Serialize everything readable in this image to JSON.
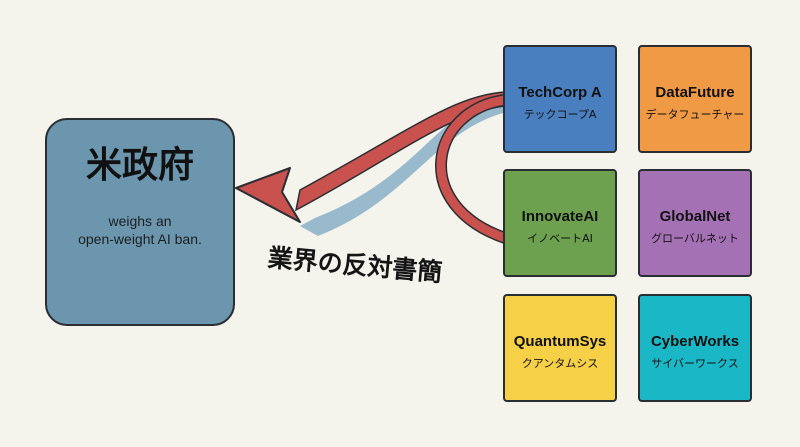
{
  "government": {
    "title": "米政府",
    "desc_line1": "weighs an",
    "desc_line2": "open-weight AI ban."
  },
  "letter_label": "業界の反対書簡",
  "companies": [
    {
      "en": "TechCorp A",
      "ja": "テックコープA",
      "color": "#4a7fbf"
    },
    {
      "en": "DataFuture",
      "ja": "データフューチャー",
      "color": "#f09a45"
    },
    {
      "en": "InnovateAI",
      "ja": "イノベートAI",
      "color": "#6da14f"
    },
    {
      "en": "GlobalNet",
      "ja": "グローバルネット",
      "color": "#a571b5"
    },
    {
      "en": "QuantumSys",
      "ja": "クアンタムシス",
      "color": "#f6d148"
    },
    {
      "en": "CyberWorks",
      "ja": "サイバーワークス",
      "color": "#1ab8c6"
    }
  ],
  "colors": {
    "background": "#f4f3ec",
    "arrow_red": "#c9514e",
    "arrow_shadow": "#8fb3c9"
  }
}
